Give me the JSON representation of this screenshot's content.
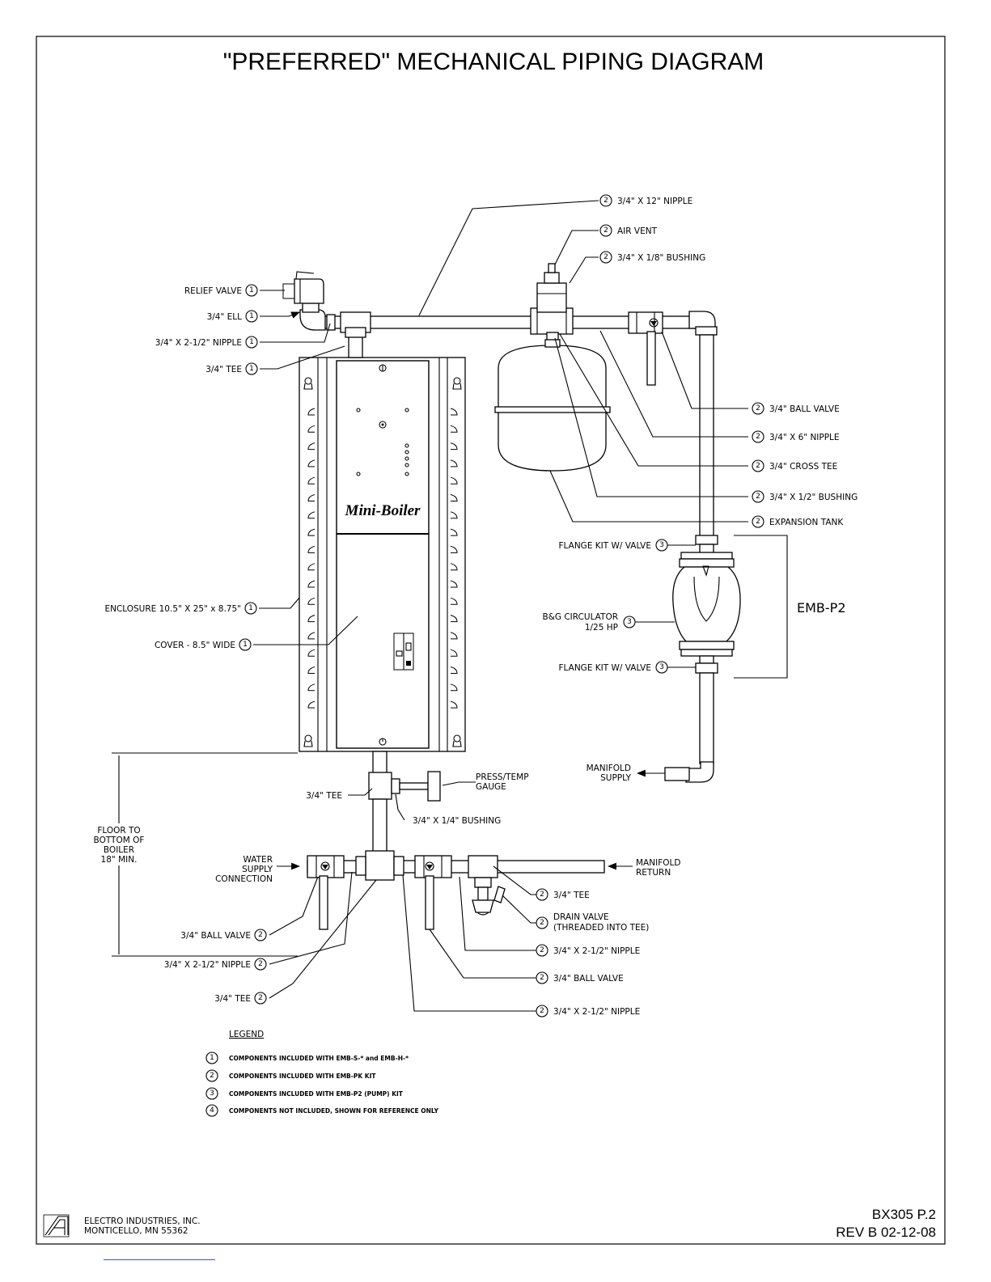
{
  "title": "\"PREFERRED\" MECHANICAL PIPING DIAGRAM",
  "boiler_brand": "Mini-Boiler",
  "group_label": "EMB-P2",
  "callouts": {
    "relief_valve": {
      "text": "RELIEF VALVE",
      "num": "1"
    },
    "ell": {
      "text": "3/4\" ELL",
      "num": "1"
    },
    "nipple_top_left": {
      "text": "3/4\" X 2-1/2\" NIPPLE",
      "num": "1"
    },
    "tee_top": {
      "text": "3/4\" TEE",
      "num": "1"
    },
    "nipple_12": {
      "text": "3/4\" X 12\" NIPPLE",
      "num": "2"
    },
    "air_vent": {
      "text": "AIR VENT",
      "num": "2"
    },
    "bushing_18": {
      "text": "3/4\" X 1/8\" BUSHING",
      "num": "2"
    },
    "ball_valve_top": {
      "text": "3/4\" BALL VALVE",
      "num": "2"
    },
    "nipple_6": {
      "text": "3/4\" X 6\" NIPPLE",
      "num": "2"
    },
    "cross_tee": {
      "text": "3/4\" CROSS TEE",
      "num": "2"
    },
    "bushing_12": {
      "text": "3/4\" X 1/2\" BUSHING",
      "num": "2"
    },
    "expansion_tank": {
      "text": "EXPANSION TANK",
      "num": "2"
    },
    "flange_top": {
      "text": "FLANGE KIT W/ VALVE",
      "num": "3"
    },
    "circulator_1": {
      "text": "B&G CIRCULATOR",
      "num": "3"
    },
    "circulator_2": "1/25 HP",
    "flange_bottom": {
      "text": "FLANGE KIT W/ VALVE",
      "num": "3"
    },
    "enclosure": {
      "text": "ENCLOSURE 10.5\" X 25\" x 8.75\"",
      "num": "1"
    },
    "cover": {
      "text": "COVER - 8.5\" WIDE",
      "num": "1"
    },
    "manifold_supply_1": "MANIFOLD",
    "manifold_supply_2": "SUPPLY",
    "tee_gauge": "3/4\" TEE",
    "press_temp_1": "PRESS/TEMP",
    "press_temp_2": "GAUGE",
    "bushing_14": "3/4\" X 1/4\" BUSHING",
    "floor_1": "FLOOR TO",
    "floor_2": "BOTTOM OF",
    "floor_3": "BOILER",
    "floor_4": "18\" MIN.",
    "water_supply_1": "WATER",
    "water_supply_2": "SUPPLY",
    "water_supply_3": "CONNECTION",
    "manifold_return_1": "MANIFOLD",
    "manifold_return_2": "RETURN",
    "tee_return": {
      "text": "3/4\" TEE",
      "num": "2"
    },
    "drain_valve_1": {
      "text": "DRAIN VALVE",
      "num": "2"
    },
    "drain_valve_2": "(THREADED INTO TEE)",
    "nipple_br1": {
      "text": "3/4\" X 2-1/2\" NIPPLE",
      "num": "2"
    },
    "ball_valve_br": {
      "text": "3/4\" BALL VALVE",
      "num": "2"
    },
    "nipple_br2": {
      "text": "3/4\" X 2-1/2\" NIPPLE",
      "num": "2"
    },
    "ball_valve_bl": {
      "text": "3/4\" BALL VALVE",
      "num": "2"
    },
    "nipple_bl": {
      "text": "3/4\" X 2-1/2\" NIPPLE",
      "num": "2"
    },
    "tee_bl": {
      "text": "3/4\" TEE",
      "num": "2"
    }
  },
  "legend": {
    "heading": "LEGEND",
    "items": [
      {
        "num": "1",
        "text": "COMPONENTS INCLUDED WITH EMB-S-* and EMB-H-*"
      },
      {
        "num": "2",
        "text": "COMPONENTS INCLUDED WITH EMB-PK KIT"
      },
      {
        "num": "3",
        "text": "COMPONENTS INCLUDED WITH EMB-P2 (PUMP) KIT"
      },
      {
        "num": "4",
        "text": "COMPONENTS NOT INCLUDED, SHOWN FOR REFERENCE ONLY"
      }
    ]
  },
  "footer": {
    "company_1": "ELECTRO INDUSTRIES, INC.",
    "company_2": "MONTICELLO, MN 55362",
    "doc_id": "BX305 P.2",
    "revision": "REV B 02-12-08"
  }
}
